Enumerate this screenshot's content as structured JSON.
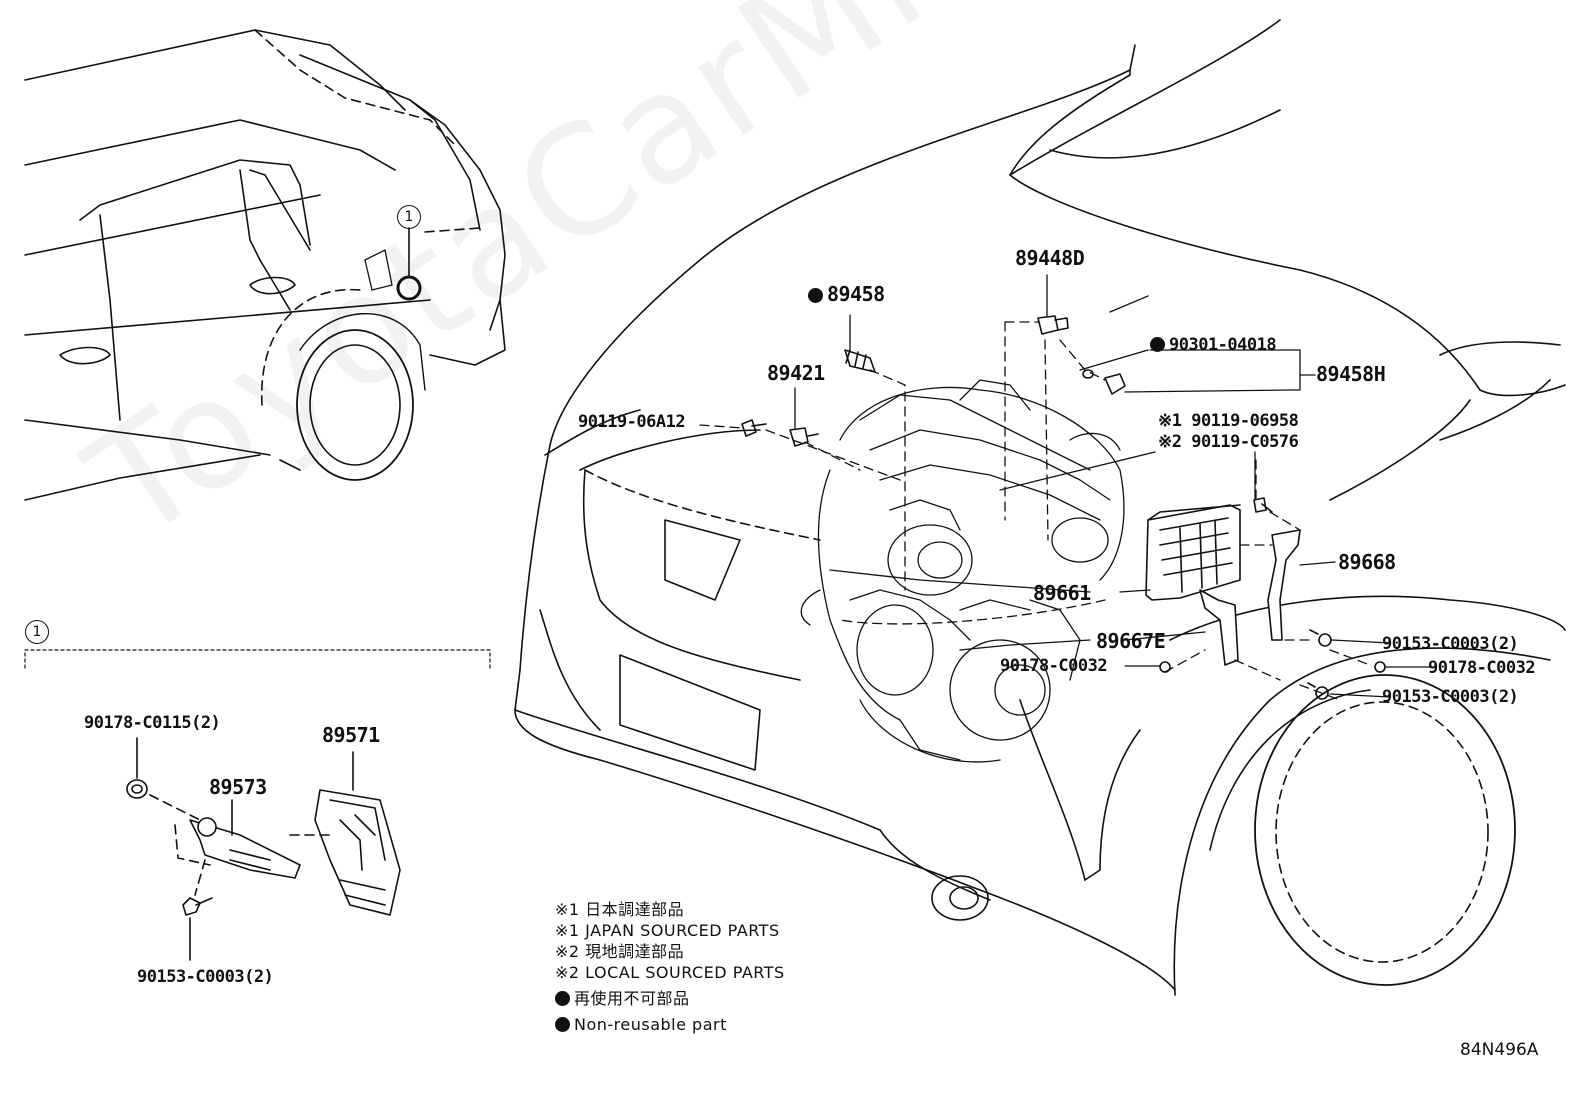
{
  "watermark": "ToyotaCarMine.ru",
  "diagram_code": "84N496A",
  "callout_marker": "1",
  "detail_marker": "1",
  "parts": {
    "p89458": "89458",
    "p89448D": "89448D",
    "p90301": "90301-04018",
    "p89458H": "89458H",
    "p89421": "89421",
    "p90119_06A12": "90119-06A12",
    "p90119_06958": "※1 90119-06958",
    "p90119_C0576": "※2 90119-C0576",
    "p89668": "89668",
    "p89661": "89661",
    "p89667E": "89667E",
    "p90178_C0032_left": "90178-C0032",
    "p90153_C0003_a": "90153-C0003(2)",
    "p90178_C0032_right": "90178-C0032",
    "p90153_C0003_b": "90153-C0003(2)",
    "p90178_C0115": "90178-C0115(2)",
    "p89571": "89571",
    "p89573": "89573",
    "p90153_C0003_c": "90153-C0003(2)"
  },
  "legend": {
    "l1": "※1 日本調達部品",
    "l2": "※1 JAPAN SOURCED PARTS",
    "l3": "※2 現地調達部品",
    "l4": "※2 LOCAL SOURCED PARTS",
    "l5": "再使用不可部品",
    "l6": "Non-reusable part"
  }
}
